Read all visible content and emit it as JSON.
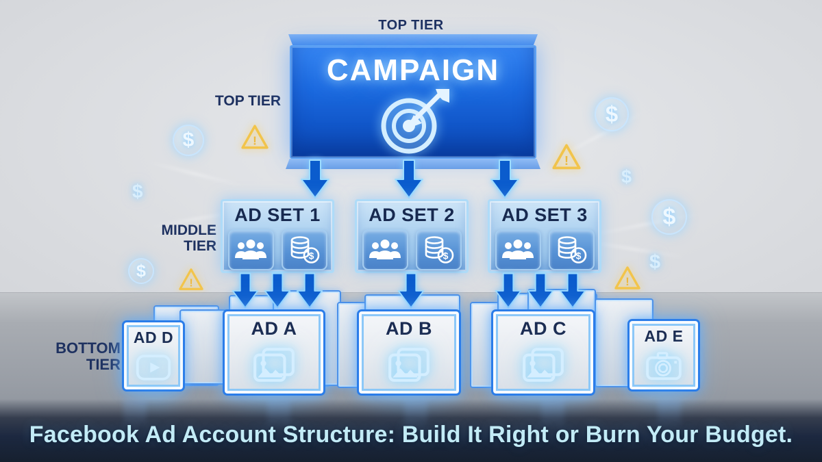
{
  "caption": "Facebook Ad Account Structure: Build It Right or Burn Your Budget.",
  "labels": {
    "top_tier_center": "TOP TIER",
    "top_tier_left": "TOP TIER",
    "middle_tier": "MIDDLE TIER",
    "bottom_tier": "BOTTOM TIER"
  },
  "campaign": {
    "label": "CAMPAIGN",
    "icon": "target-bullseye-icon"
  },
  "adsets": [
    {
      "label": "AD SET 1",
      "icons": [
        "audience-people-icon",
        "budget-coins-icon"
      ]
    },
    {
      "label": "AD SET 2",
      "icons": [
        "audience-people-icon",
        "budget-coins-icon"
      ]
    },
    {
      "label": "AD SET 3",
      "icons": [
        "audience-people-icon",
        "budget-coins-icon"
      ]
    }
  ],
  "ads": [
    {
      "label": "AD D",
      "icon": "video-play-icon"
    },
    {
      "label": "AD A",
      "icon": "image-photo-icon"
    },
    {
      "label": "AD B",
      "icon": "image-photo-icon"
    },
    {
      "label": "AD C",
      "icon": "image-photo-icon"
    },
    {
      "label": "AD E",
      "icon": "camera-aperture-icon"
    }
  ],
  "decorations": {
    "dollar_sign": "$",
    "warning_mark": "!"
  },
  "colors": {
    "campaign_blue": "#1c6ae0",
    "accent_blue": "#2b7de9",
    "arrow_blue": "#0b5ccd",
    "glow_blue": "#9ddcff",
    "warning_yellow": "#f2c44b",
    "tier_label_navy": "#1e3160",
    "caption_text": "#c2ebf6",
    "caption_band": "#1c2840"
  }
}
